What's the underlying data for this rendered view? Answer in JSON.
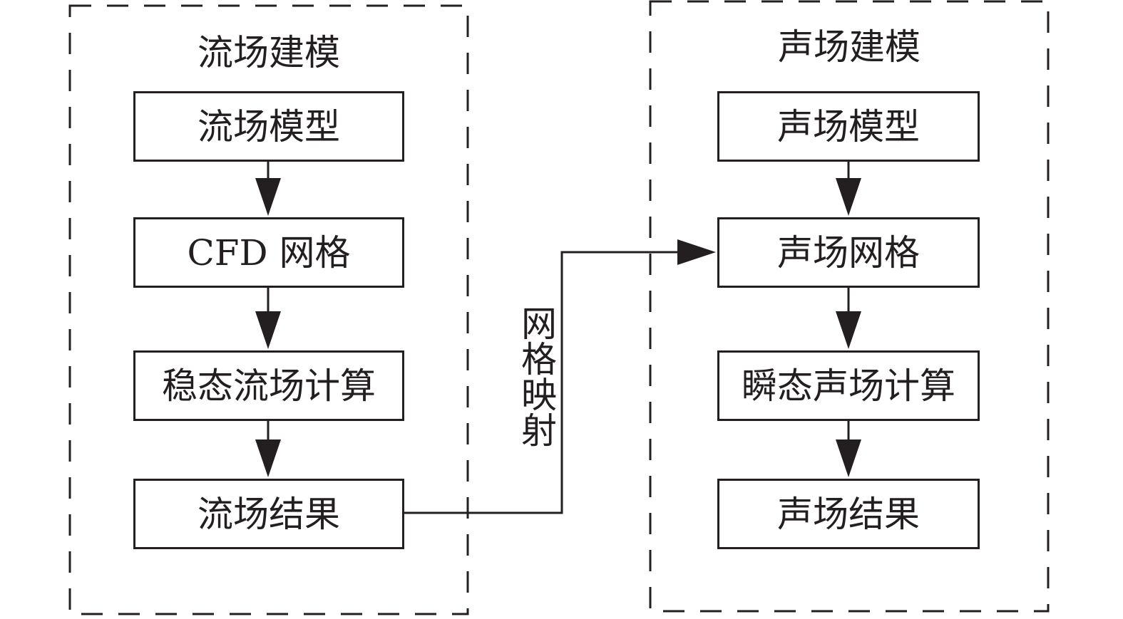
{
  "flow_group": {
    "title": "流场建模",
    "steps": [
      "流场模型",
      "CFD 网格",
      "稳态流场计算",
      "流场结果"
    ]
  },
  "acoustic_group": {
    "title": "声场建模",
    "steps": [
      "声场模型",
      "声场网格",
      "瞬态声场计算",
      "声场结果"
    ]
  },
  "connector": {
    "label": "网格映射"
  }
}
